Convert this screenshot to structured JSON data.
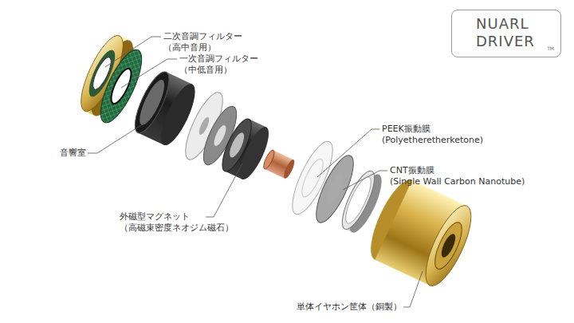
{
  "diagram": {
    "nodes": [
      {
        "text": [
          "NUARL DRIVER",
          "TM"
        ]
      }
    ],
    "labels": [
      "二次音調フィルター",
      "（高中音用）",
      "一次音調フィルター",
      "（中低音用）",
      "音響室",
      "外磁型マグネット",
      "（高磁束密度ネオジム磁石）",
      "PEEK振動膜",
      "(Polyetheretherketone)",
      "CNT振動膜",
      "(Single Wall Carbon Nanotube)",
      "単体イヤホン筐体（銅製）"
    ]
  }
}
